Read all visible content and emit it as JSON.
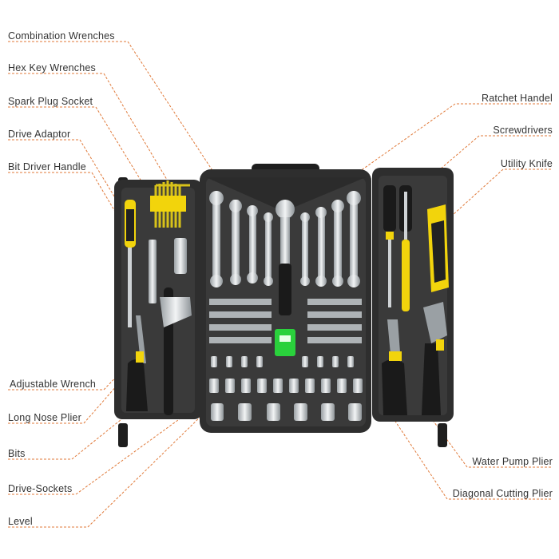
{
  "left_labels": [
    "Combination Wrenches",
    "Hex Key Wrenches",
    "Spark Plug Socket",
    "Drive Adaptor",
    "Bit Driver Handle",
    "Adjustable Wrench",
    "Long Nose Plier",
    "Bits",
    "Drive-Sockets",
    "Level"
  ],
  "right_labels": [
    "Ratchet Handel",
    "Screwdrivers",
    "Utility Knife",
    "Water Pump Plier",
    "Diagonal Cutting Plier"
  ],
  "colors": {
    "case": "#2e2e2e",
    "case_inner": "#3a3a3a",
    "steel": "#d9dde0",
    "accent_yellow": "#f2d40c",
    "leader_line": "#e07a3a",
    "label_text": "#333333"
  }
}
